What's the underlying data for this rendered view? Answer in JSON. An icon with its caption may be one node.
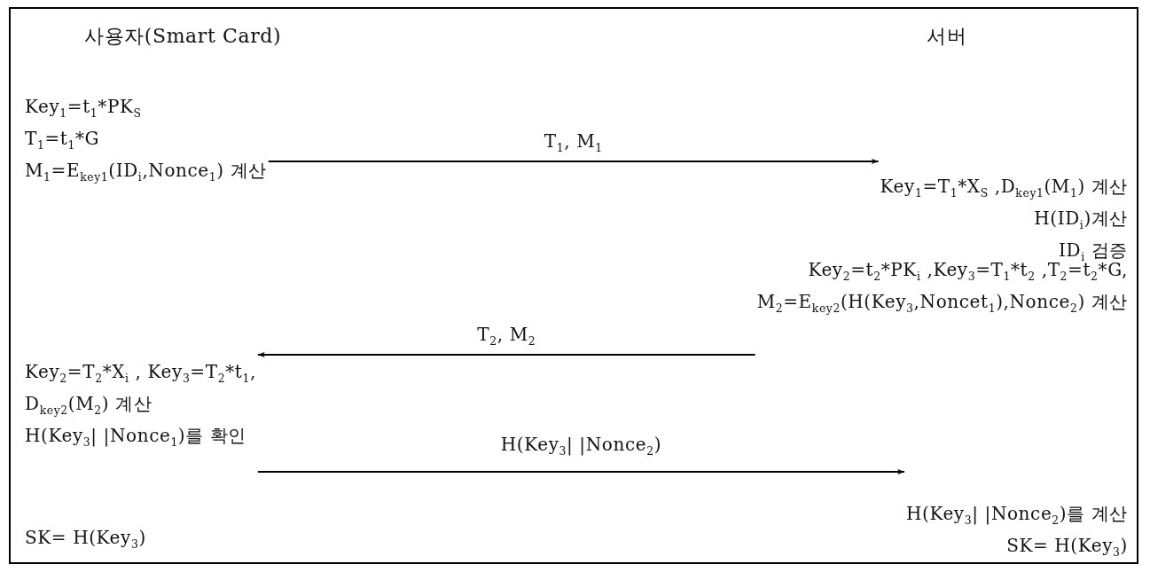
{
  "diagram": {
    "nodes": [
      {
        "text": [
          "Key$_{1}$=t$_{1}$*PK$_{S}$",
          "T$_{1}$=t$_{1}$*G",
          "M$_{1}$=E$_{key1}$(ID$_{i}$,Nonce$_{1}$) 계산"
        ]
      },
      {
        "text": [
          "Key$_{1}$=T$_{1}$*X$_{S}$ ,D$_{key1}$(M$_{1}$) 계산",
          "H(ID$_{i}$)계산",
          "ID$_{i}$ 검증"
        ]
      },
      {
        "text": [
          "Key$_{2}$=t$_{2}$*PK$_{i}$ ,Key$_{3}$=T$_{1}$*t$_{2}$ ,T$_{2}$=t$_{2}$*G,",
          "M$_{2}$=E$_{key2}$(H(Key$_{3}$,Noncet$_{1}$),Nonce$_{2}$) 계산"
        ]
      },
      {
        "text": [
          "Key$_{2}$=T$_{2}$*X$_{i}$ , Key$_{3}$=T$_{2}$*t$_{1}$,",
          "D$_{key2}$(M$_{2}$) 계산",
          "H(Key$_{3}$| |Nonce$_{1}$)를 확인"
        ]
      },
      {
        "text": [
          "H(Key$_{3}$| |Nonce$_{2}$)를 계산",
          "SK= H(Key$_{3}$)"
        ]
      }
    ],
    "edges": [
      {
        "from": 0,
        "to": 1,
        "arrow": "to",
        "label": "T$_{1}$, M$_{1}$"
      },
      {
        "from": 2,
        "to": 3,
        "arrow": "to",
        "label": "T$_{2}$, M$_{2}$"
      },
      {
        "from": 3,
        "to": 4,
        "arrow": "to",
        "label": "H(Key$_{3}$| |Nonce$_{2}$)"
      }
    ],
    "labels": [
      "사용자(Smart Card)",
      "서버",
      "SK= H(Key$_{3}$)"
    ]
  }
}
